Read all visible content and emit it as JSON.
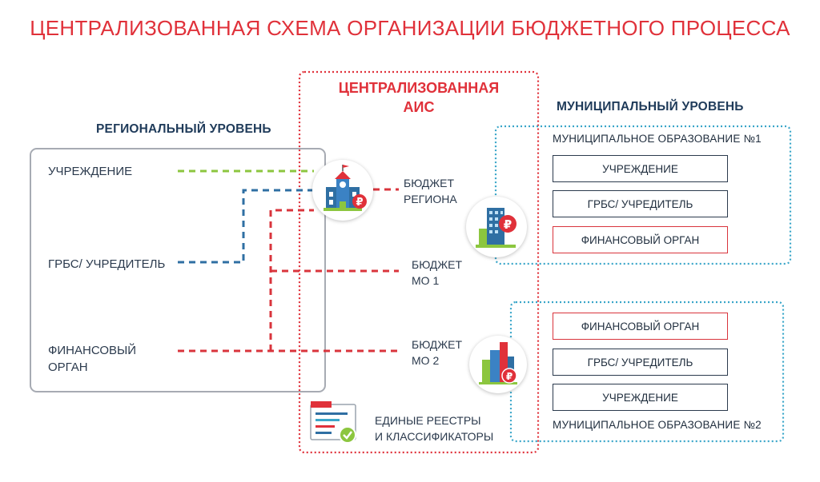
{
  "title": "ЦЕНТРАЛИЗОВАННАЯ СХЕМА ОРГАНИЗАЦИИ БЮДЖЕТНОГО ПРОЦЕССА",
  "regional": {
    "header": "РЕГИОНАЛЬНЫЙ УРОВЕНЬ",
    "items": [
      "УЧРЕЖДЕНИЕ",
      "ГРБС/ УЧРЕДИТЕЛЬ",
      "ФИНАНСОВЫЙ ОРГАН"
    ]
  },
  "ais": {
    "title_line1": "ЦЕНТРАЛИЗОВАННАЯ",
    "title_line2": "АИС",
    "budgets": [
      {
        "line1": "БЮДЖЕТ",
        "line2": "РЕГИОНА"
      },
      {
        "line1": "БЮДЖЕТ",
        "line2": "МО 1"
      },
      {
        "line1": "БЮДЖЕТ",
        "line2": "МО 2"
      }
    ],
    "registries_line1": "ЕДИНЫЕ РЕЕСТРЫ",
    "registries_line2": "И КЛАССИФИКАТОРЫ"
  },
  "municipal": {
    "header": "МУНИЦИПАЛЬНЫЙ УРОВЕНЬ",
    "mo1": {
      "title": "МУНИЦИПАЛЬНОЕ ОБРАЗОВАНИЕ №1",
      "items": [
        "УЧРЕЖДЕНИЕ",
        "ГРБС/ УЧРЕДИТЕЛЬ",
        "ФИНАНСОВЫЙ ОРГАН"
      ]
    },
    "mo2": {
      "title": "МУНИЦИПАЛЬНОЕ ОБРАЗОВАНИЕ №2",
      "items": [
        "ФИНАНСОВЫЙ ОРГАН",
        "ГРБС/ УЧРЕДИТЕЛЬ",
        "УЧРЕЖДЕНИЕ"
      ]
    }
  },
  "colors": {
    "red": "#e0313a",
    "navy": "#1f3b5a",
    "blue_line": "#2f6fa3",
    "green_line": "#8cc63f",
    "teal_dots": "#3aa6c9",
    "gray_frame": "#a7abb3"
  }
}
